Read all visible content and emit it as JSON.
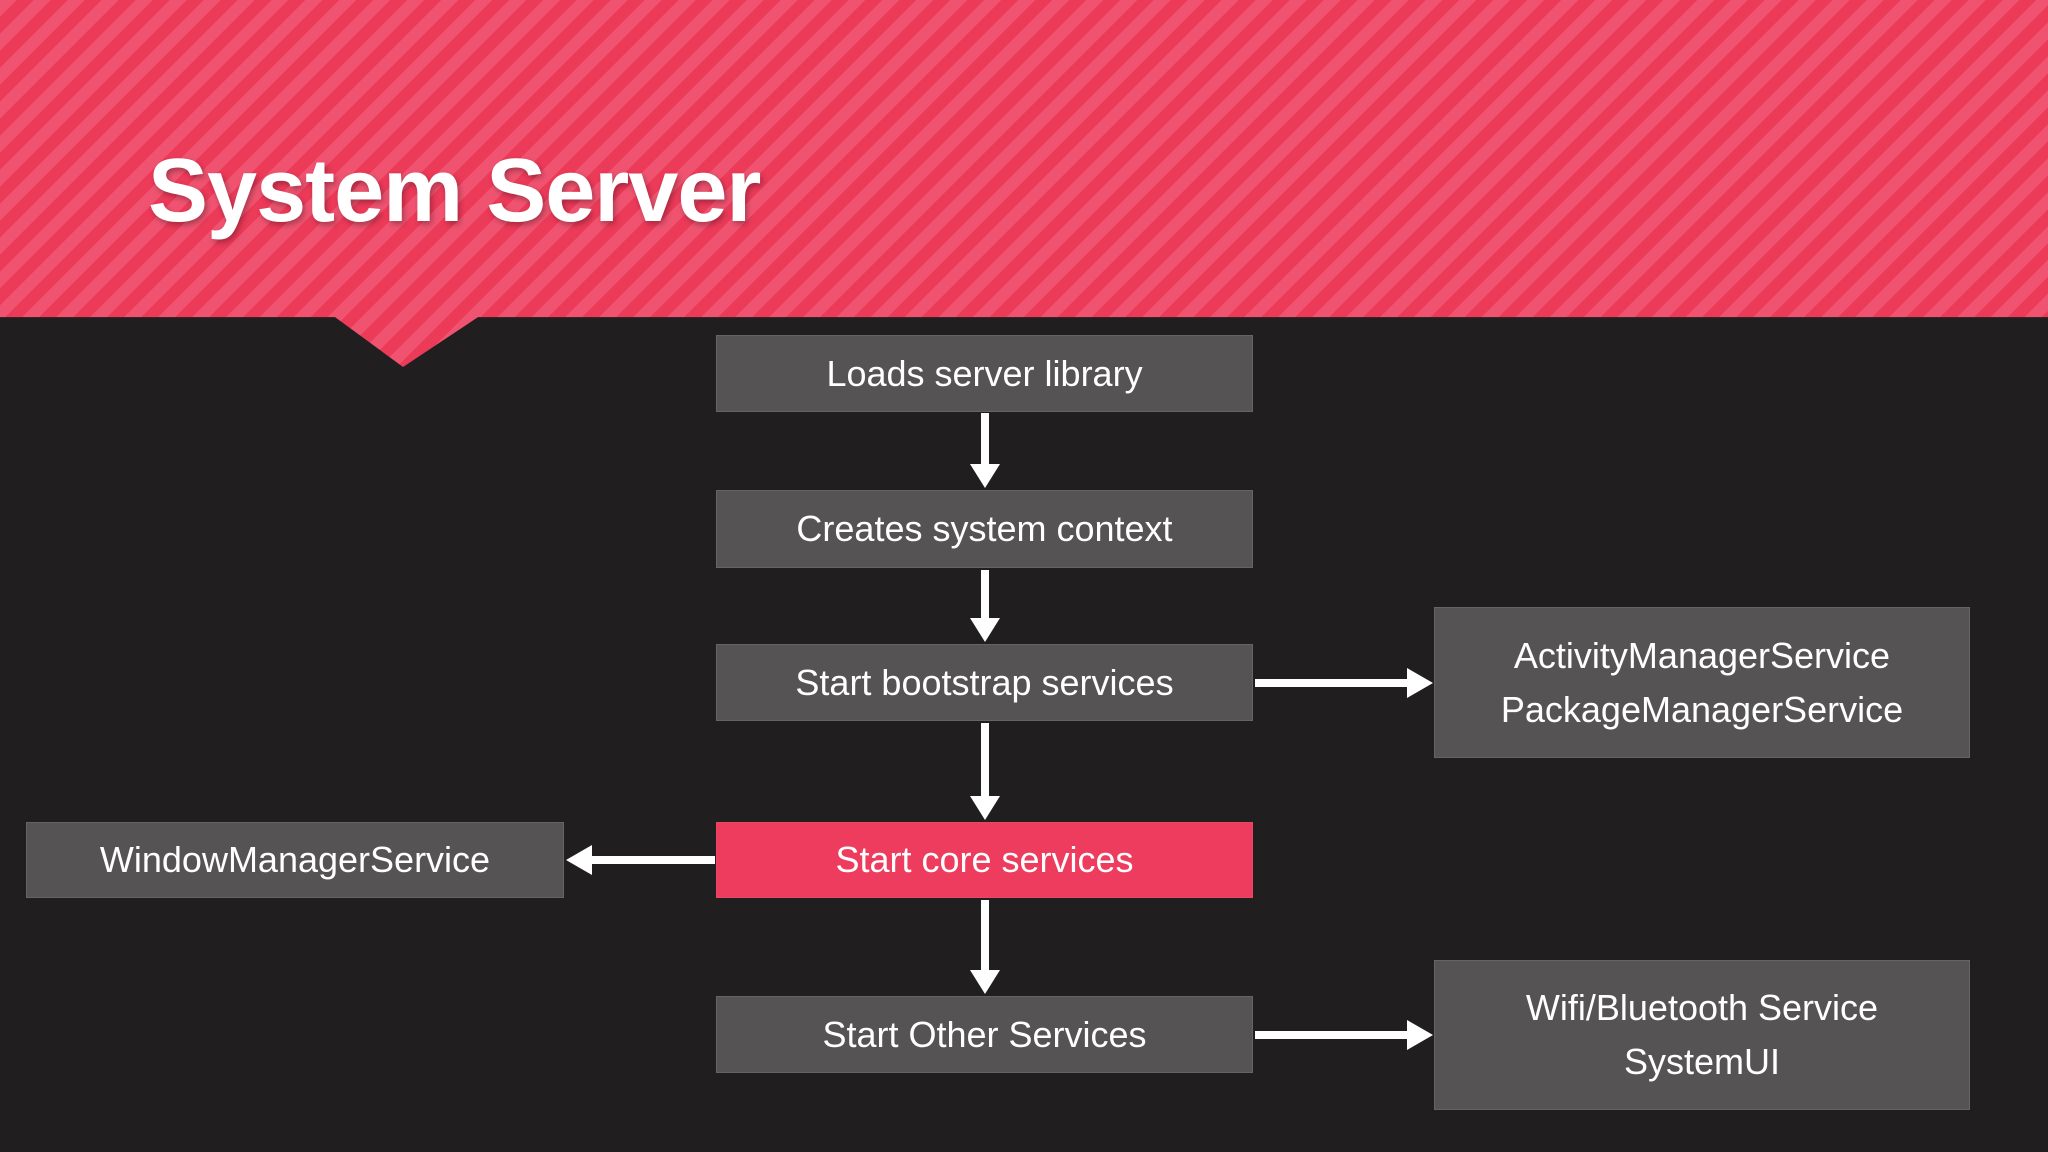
{
  "slide": {
    "title": "System Server"
  },
  "colors": {
    "background": "#211e1f",
    "banner_stripe_light": "#f05370",
    "banner_stripe_dark": "#ec3a59",
    "node_gray": "#565354",
    "node_pink": "#ee3c5e",
    "text_white": "#ffffff",
    "arrow_white": "#ffffff"
  },
  "flowchart": {
    "main_steps": [
      {
        "label": "Loads server library",
        "variant": "gray"
      },
      {
        "label": "Creates system context",
        "variant": "gray"
      },
      {
        "label": "Start bootstrap services",
        "variant": "gray"
      },
      {
        "label": "Start core services",
        "variant": "pink"
      },
      {
        "label": "Start Other Services",
        "variant": "gray"
      }
    ],
    "left_box": {
      "label": "WindowManagerService"
    },
    "right_box_top": {
      "lines": [
        "ActivityManagerService",
        "PackageManagerService"
      ]
    },
    "right_box_bottom": {
      "lines": [
        "Wifi/Bluetooth Service",
        "SystemUI"
      ]
    },
    "connections": [
      {
        "from": "Loads server library",
        "to": "Creates system context",
        "direction": "down"
      },
      {
        "from": "Creates system context",
        "to": "Start bootstrap services",
        "direction": "down"
      },
      {
        "from": "Start bootstrap services",
        "to": "Start core services",
        "direction": "down"
      },
      {
        "from": "Start core services",
        "to": "Start Other Services",
        "direction": "down"
      },
      {
        "from": "Start bootstrap services",
        "to": "ActivityManagerService / PackageManagerService",
        "direction": "right"
      },
      {
        "from": "Start core services",
        "to": "WindowManagerService",
        "direction": "left"
      },
      {
        "from": "Start Other Services",
        "to": "Wifi/Bluetooth Service / SystemUI",
        "direction": "right"
      }
    ]
  }
}
